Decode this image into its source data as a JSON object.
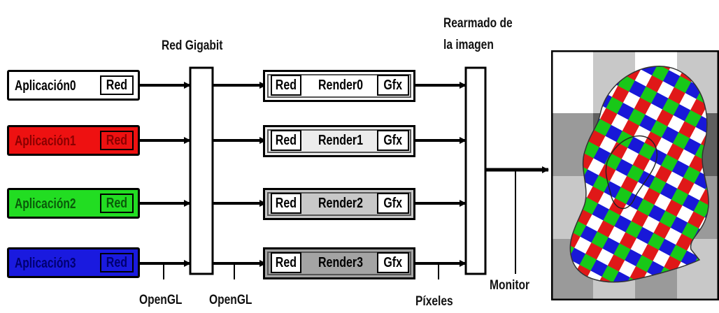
{
  "labels": {
    "red_gigabit": "Red Gigabit",
    "rearmado_line1": "Rearmado de",
    "rearmado_line2": "la imagen",
    "opengl_1": "OpenGL",
    "opengl_2": "OpenGL",
    "pixeles": "Píxeles",
    "monitor": "Monitor"
  },
  "applications": [
    {
      "name": "Aplicación0",
      "net": "Red",
      "fill": "#ffffff",
      "text": "#000000"
    },
    {
      "name": "Aplicación1",
      "net": "Red",
      "fill": "#ee1111",
      "text": "#8a0000"
    },
    {
      "name": "Aplicación2",
      "net": "Red",
      "fill": "#22dd22",
      "text": "#0a5a0a"
    },
    {
      "name": "Aplicación3",
      "net": "Red",
      "fill": "#1a1adf",
      "text": "#000070"
    }
  ],
  "renderers": [
    {
      "net": "Red",
      "name": "Render0",
      "gfx": "Gfx",
      "fill": "#ffffff"
    },
    {
      "net": "Red",
      "name": "Render1",
      "gfx": "Gfx",
      "fill": "#ececec"
    },
    {
      "net": "Red",
      "name": "Render2",
      "gfx": "Gfx",
      "fill": "#c8c8c8"
    },
    {
      "net": "Red",
      "name": "Render3",
      "gfx": "Gfx",
      "fill": "#a4a4a4"
    }
  ],
  "colors": {
    "checker_light": "#c8c8c8",
    "checker_mid": "#9a9a9a",
    "checker_dark": "#5f5f5f",
    "patch_red": "#e01818",
    "patch_green": "#18c818",
    "patch_blue": "#1818d8",
    "patch_white": "#ffffff"
  }
}
